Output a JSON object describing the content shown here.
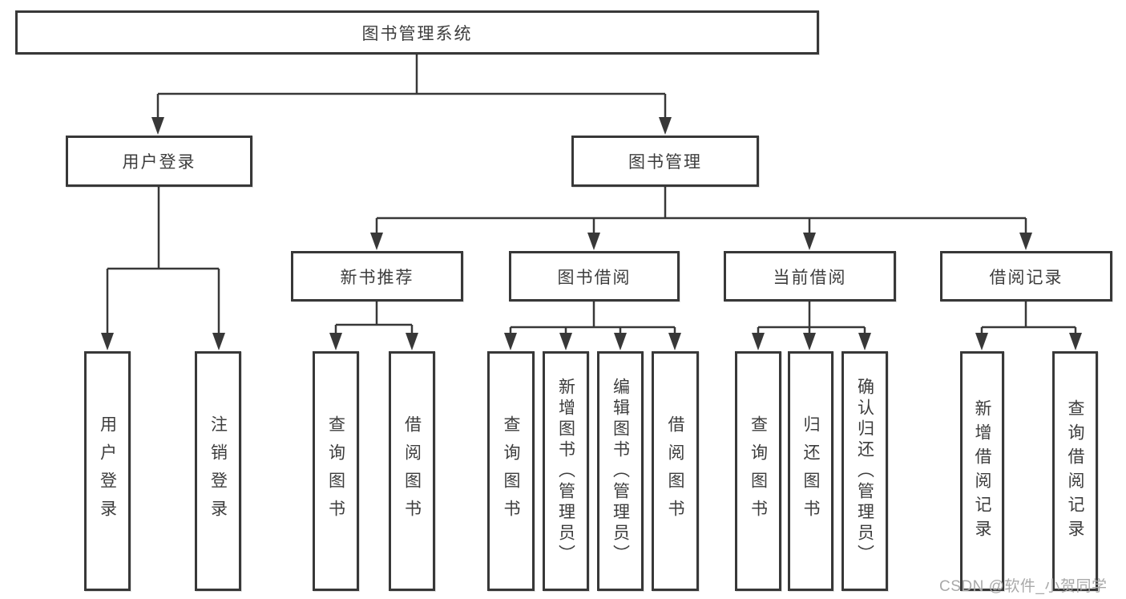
{
  "tree": {
    "label": "图书管理系统",
    "children": [
      {
        "label": "用户登录",
        "children": [
          {
            "label": "用户登录"
          },
          {
            "label": "注销登录"
          }
        ]
      },
      {
        "label": "图书管理",
        "children": [
          {
            "label": "新书推荐",
            "children": [
              {
                "label": "查询图书"
              },
              {
                "label": "借阅图书"
              }
            ]
          },
          {
            "label": "图书借阅",
            "children": [
              {
                "label": "查询图书"
              },
              {
                "label": "新增图书（管理员）"
              },
              {
                "label": "编辑图书（管理员）"
              },
              {
                "label": "借阅图书"
              }
            ]
          },
          {
            "label": "当前借阅",
            "children": [
              {
                "label": "查询图书"
              },
              {
                "label": "归还图书"
              },
              {
                "label": "确认归还（管理员）"
              }
            ]
          },
          {
            "label": "借阅记录",
            "children": [
              {
                "label": "新增借阅记录"
              },
              {
                "label": "查询借阅记录"
              }
            ]
          }
        ]
      }
    ]
  },
  "watermark": {
    "text": "CSDN @软件_小贺同学"
  },
  "colors": {
    "line": "#383838",
    "box_border": "#383838",
    "text": "#3d3d3d",
    "watermark": "#a9a9a9",
    "background": "#ffffff"
  }
}
